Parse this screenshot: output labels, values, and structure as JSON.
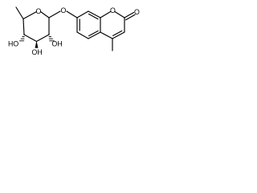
{
  "molecule": {
    "atoms": {
      "ring_o": "O",
      "glycosidic_o": "O",
      "oh_top": "HO",
      "oh_c2": "OH",
      "oh_c3": "OH",
      "carbonyl_o": "O",
      "lactone_o": "O"
    }
  }
}
